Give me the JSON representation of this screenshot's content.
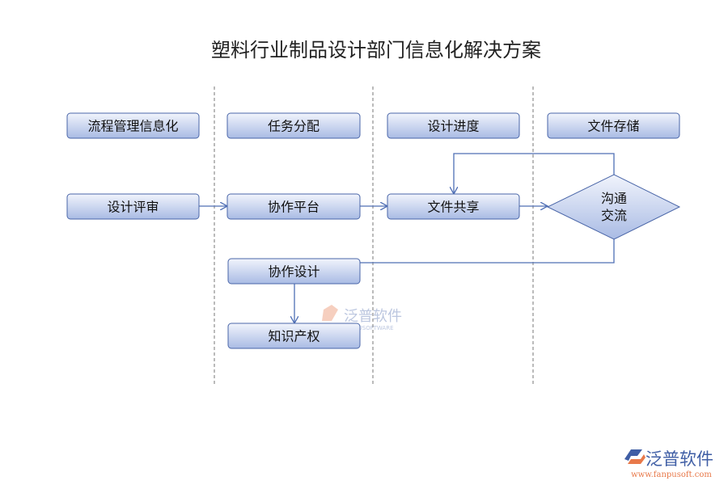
{
  "title": "塑料行业制品设计部门信息化解决方案",
  "headers": [
    "流程管理信息化",
    "任务分配",
    "设计进度",
    "文件存储"
  ],
  "nodes": {
    "review": "设计评审",
    "platform": "协作平台",
    "share": "文件共享",
    "communicate_line1": "沟通",
    "communicate_line2": "交流",
    "collab_design": "协作设计",
    "ip": "知识产权"
  },
  "watermark": {
    "text": "泛普软件",
    "sub": "FANPUSOFTWARE"
  },
  "logo": {
    "name": "泛普软件",
    "url": "www.fanpusoft.com"
  },
  "colors": {
    "box_top": "#eef2fb",
    "box_bottom": "#aebfe6",
    "border": "#4a66a8",
    "line": "#4f6fb5",
    "logo_orange": "#e8794a",
    "logo_blue": "#3f5ea5"
  }
}
